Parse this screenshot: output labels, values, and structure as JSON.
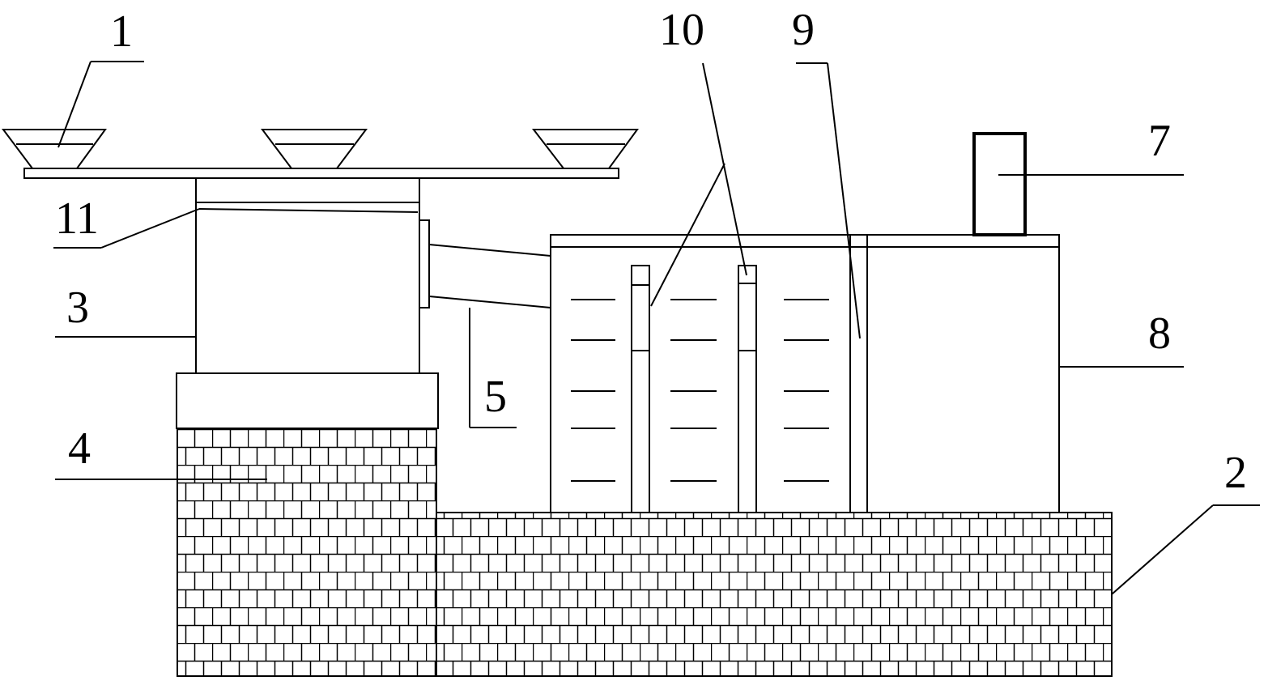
{
  "labels": {
    "n1": "1",
    "n2": "2",
    "n3": "3",
    "n4": "4",
    "n5": "5",
    "n7": "7",
    "n8": "8",
    "n9": "9",
    "n10": "10",
    "n11": "11"
  }
}
